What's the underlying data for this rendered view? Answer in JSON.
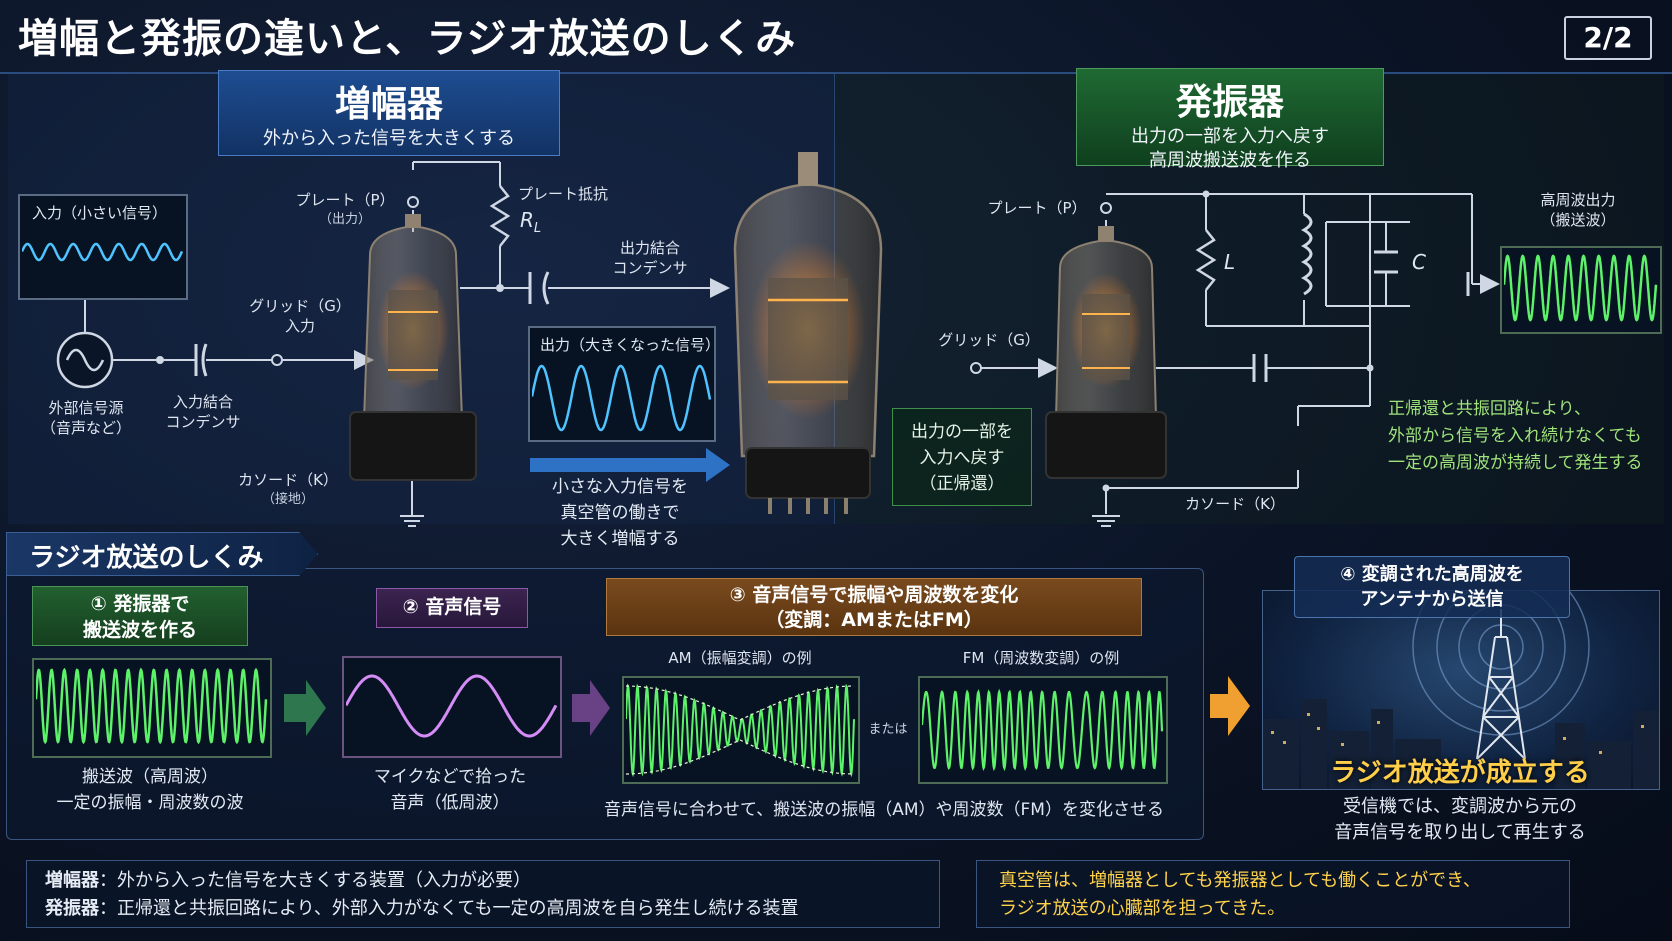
{
  "title": "増幅と発振の違いと、ラジオ放送のしくみ",
  "page_number": "2/2",
  "amplifier": {
    "heading": "増幅器",
    "subheading": "外から入った信号を大きくする",
    "input_scope_title": "入力（小さい信号）",
    "source_label_1": "外部信号源",
    "source_label_2": "（音声など）",
    "input_cap_1": "入力結合",
    "input_cap_2": "コンデンサ",
    "grid_1": "グリッド（G）",
    "grid_2": "入力",
    "plate_1": "プレート（P）",
    "plate_2": "（出力）",
    "plate_resistor": "プレート抵抗",
    "resistor_symbol": "R",
    "resistor_sub": "L",
    "output_cap_1": "出力結合",
    "output_cap_2": "コンデンサ",
    "output_scope_title": "出力（大きくなった信号）",
    "cathode_1": "カソード（K）",
    "cathode_2": "（接地）",
    "explain_1": "小さな入力信号を",
    "explain_2": "真空管の働きで",
    "explain_3": "大きく増幅する"
  },
  "oscillator": {
    "heading": "発振器",
    "sub_1": "出力の一部を入力へ戻す",
    "sub_2": "高周波搬送波を作る",
    "plate": "プレート（P）",
    "grid": "グリッド（G）",
    "cathode": "カソード（K）",
    "inductor": "L",
    "capacitor": "C",
    "hf_out_1": "高周波出力",
    "hf_out_2": "（搬送波）",
    "feedback_1": "出力の一部を",
    "feedback_2": "入力へ戻す",
    "feedback_3": "（正帰還）",
    "note_1": "正帰還と共振回路により、",
    "note_2": "外部から信号を入れ続けなくても",
    "note_3": "一定の高周波が持続して発生する"
  },
  "radio": {
    "tab": "ラジオ放送のしくみ",
    "step1_1": "① 発振器で",
    "step1_2": "搬送波を作る",
    "step1_caption_1": "搬送波（高周波）",
    "step1_caption_2": "一定の振幅・周波数の波",
    "step2": "② 音声信号",
    "step2_caption_1": "マイクなどで拾った",
    "step2_caption_2": "音声（低周波）",
    "step3_1": "③ 音声信号で振幅や周波数を変化",
    "step3_2": "（変調：AMまたはFM）",
    "am_label": "AM（振幅変調）の例",
    "fm_label": "FM（周波数変調）の例",
    "or": "または",
    "step3_caption": "音声信号に合わせて、搬送波の振幅（AM）や周波数（FM）を変化させる",
    "step4_1": "④ 変調された高周波を",
    "step4_2": "アンテナから送信",
    "city_caption": "ラジオ放送が成立する",
    "receive_1": "受信機では、変調波から元の",
    "receive_2": "音声信号を取り出して再生する"
  },
  "summary": {
    "amp_term": "増幅器",
    "amp_desc": "：外から入った信号を大きくする装置（入力が必要）",
    "osc_term": "発振器",
    "osc_desc": "：正帰還と共振回路により、外部入力がなくても一定の高周波を自ら発生し続ける装置",
    "note_1": "真空管は、増幅器としても発振器としても働くことができ、",
    "note_2": "ラジオ放送の心臓部を担ってきた。"
  },
  "colors": {
    "accent_blue": "#1e4d92",
    "accent_green": "#1f6a33",
    "accent_orange": "#7a4a1e",
    "accent_purple": "#3c2450",
    "signal_green": "#5df26a",
    "signal_blue": "#4fc3ff",
    "signal_purple": "#d58cf7",
    "highlight_yellow": "#ffd24a"
  },
  "icons": [
    "ac-source-icon",
    "vacuum-tube-icon",
    "ground-icon",
    "arrow-right-icon",
    "radio-tower-icon"
  ]
}
